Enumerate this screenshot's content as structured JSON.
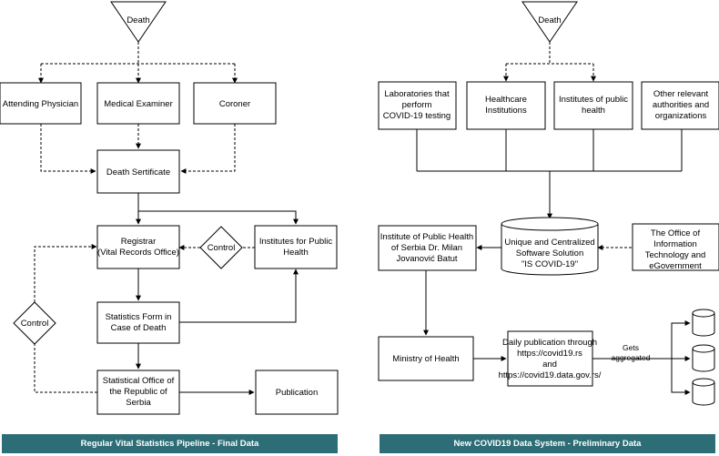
{
  "left": {
    "start": "Death",
    "attending_physician": "Attending Physician",
    "medical_examiner": "Medical Examiner",
    "coroner": "Coroner",
    "death_certificate": "Death Sertificate",
    "registrar": [
      "Registrar",
      "(Vital Records Office)"
    ],
    "control_1": "Control",
    "institutes_public_health": [
      "Institutes for Public",
      "Health"
    ],
    "control_2": "Control",
    "statistics_form": [
      "Statistics Form in",
      "Case of Death"
    ],
    "statistical_office": [
      "Statistical Office of",
      "the Republic of",
      "Serbia"
    ],
    "publication": "Publication",
    "footer": "Regular Vital Statistics Pipeline - Final Data"
  },
  "right": {
    "start": "Death",
    "laboratories": [
      "Laboratories that",
      "perform",
      "COVID-19 testing"
    ],
    "healthcare": [
      "Healthcare",
      "Institutions"
    ],
    "institutes": [
      "Institutes of public",
      "health"
    ],
    "other": [
      "Other relevant",
      "authorities and",
      "organizations"
    ],
    "is_covid": [
      "Unique and Centralized",
      "Software Solution",
      "\"IS COVID-19\""
    ],
    "batut": [
      "Institute of Public Health",
      "of Serbia Dr. Milan",
      "Jovanović Batut"
    ],
    "office_it": [
      "The Office of",
      "Information",
      "Technology and",
      "eGovernment"
    ],
    "ministry": "Ministry of Health",
    "daily_publication": [
      "Daily publication through",
      "https://covid19.rs",
      "and",
      "https://covid19.data.gov.rs/"
    ],
    "gets_aggregated": [
      "Gets",
      "aggregated"
    ],
    "footer": "New COVID19 Data System - Preliminary Data"
  }
}
